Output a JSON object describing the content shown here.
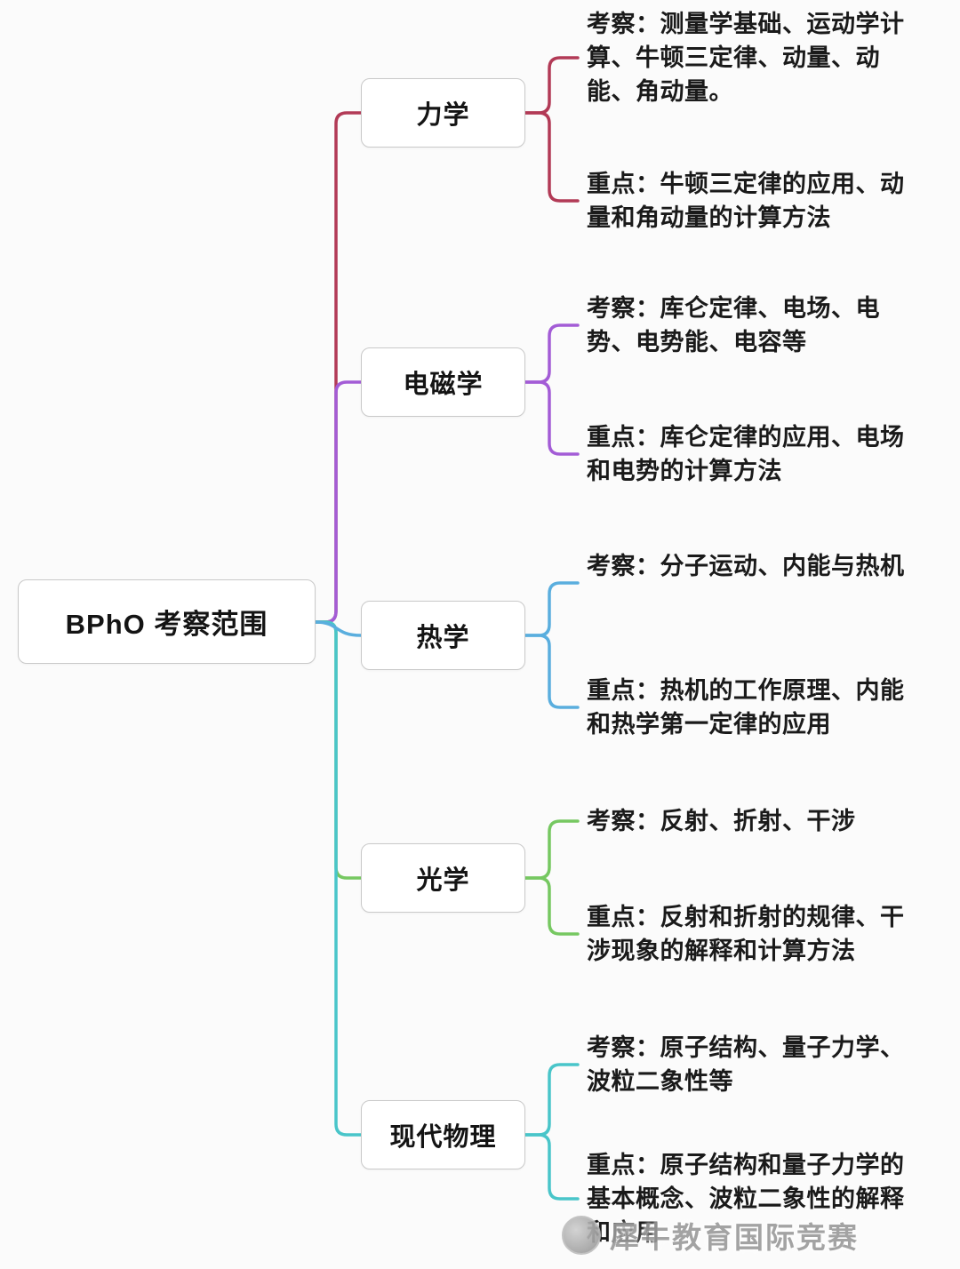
{
  "root": {
    "label": "BPhO 考察范围"
  },
  "branches": [
    {
      "label": "力学",
      "color": "#b23a56",
      "exam": "考察：测量学基础、运动学计算、牛顿三定律、动量、动能、角动量。",
      "focus": "重点：牛顿三定律的应用、动量和角动量的计算方法"
    },
    {
      "label": "电磁学",
      "color": "#a35cd6",
      "exam": "考察：库仑定律、电场、电势、电势能、电容等",
      "focus": "重点：库仑定律的应用、电场和电势的计算方法"
    },
    {
      "label": "热学",
      "color": "#5aaede",
      "exam": "考察：分子运动、内能与热机",
      "focus": "重点：热机的工作原理、内能和热学第一定律的应用"
    },
    {
      "label": "光学",
      "color": "#76c861",
      "exam": "考察：反射、折射、干涉",
      "focus": "重点：反射和折射的规律、干涉现象的解释和计算方法"
    },
    {
      "label": "现代物理",
      "color": "#49c5c9",
      "exam": "考察：原子结构、量子力学、波粒二象性等",
      "focus": "重点：原子结构和量子力学的基本概念、波粒二象性的解释和应用"
    }
  ],
  "watermark": {
    "text": "犀牛教育国际竞赛"
  }
}
